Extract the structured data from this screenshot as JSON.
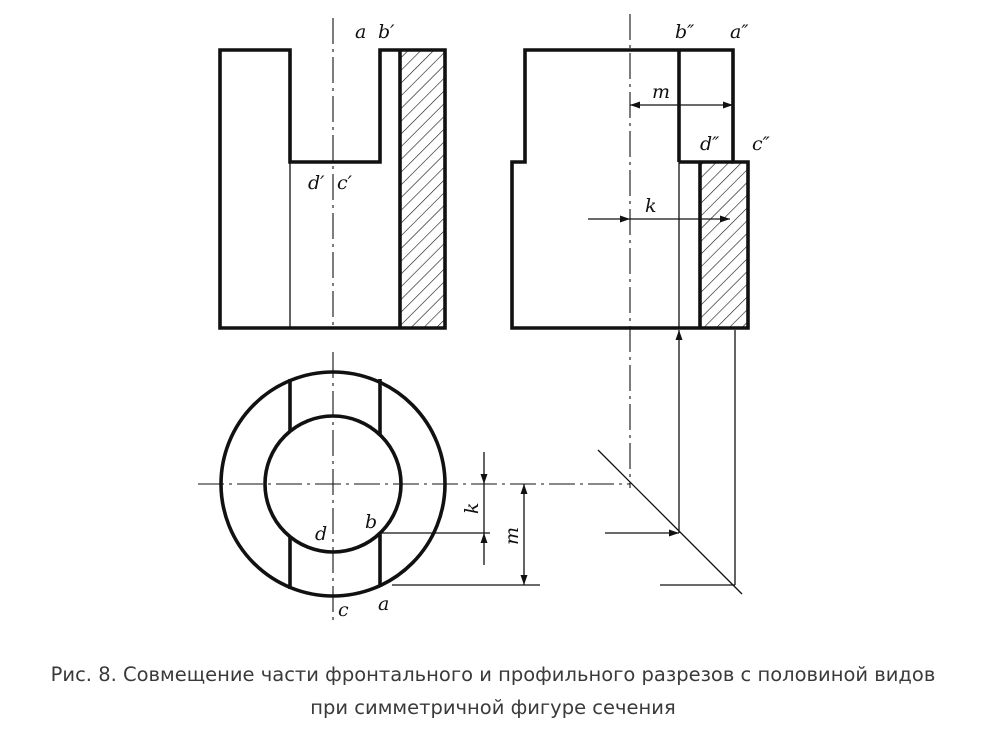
{
  "caption": {
    "line1": "Рис. 8. Совмещение части фронтального и профильного разрезов с половиной видов",
    "line2": "при симметричной фигуре сечения"
  },
  "labels": {
    "front_ab": "a",
    "front_b": "b′",
    "front_d": "d′",
    "front_c": "c′",
    "profile_b": "b″",
    "profile_a": "a″",
    "profile_d": "d″",
    "profile_c": "c″",
    "profile_m": "m",
    "profile_k": "k",
    "top_d": "d",
    "top_b": "b",
    "top_c": "c",
    "top_a": "a",
    "top_k": "k",
    "top_m": "m"
  },
  "colors": {
    "ink": "#111111",
    "caption": "#3a3a3a",
    "background": "#ffffff"
  }
}
